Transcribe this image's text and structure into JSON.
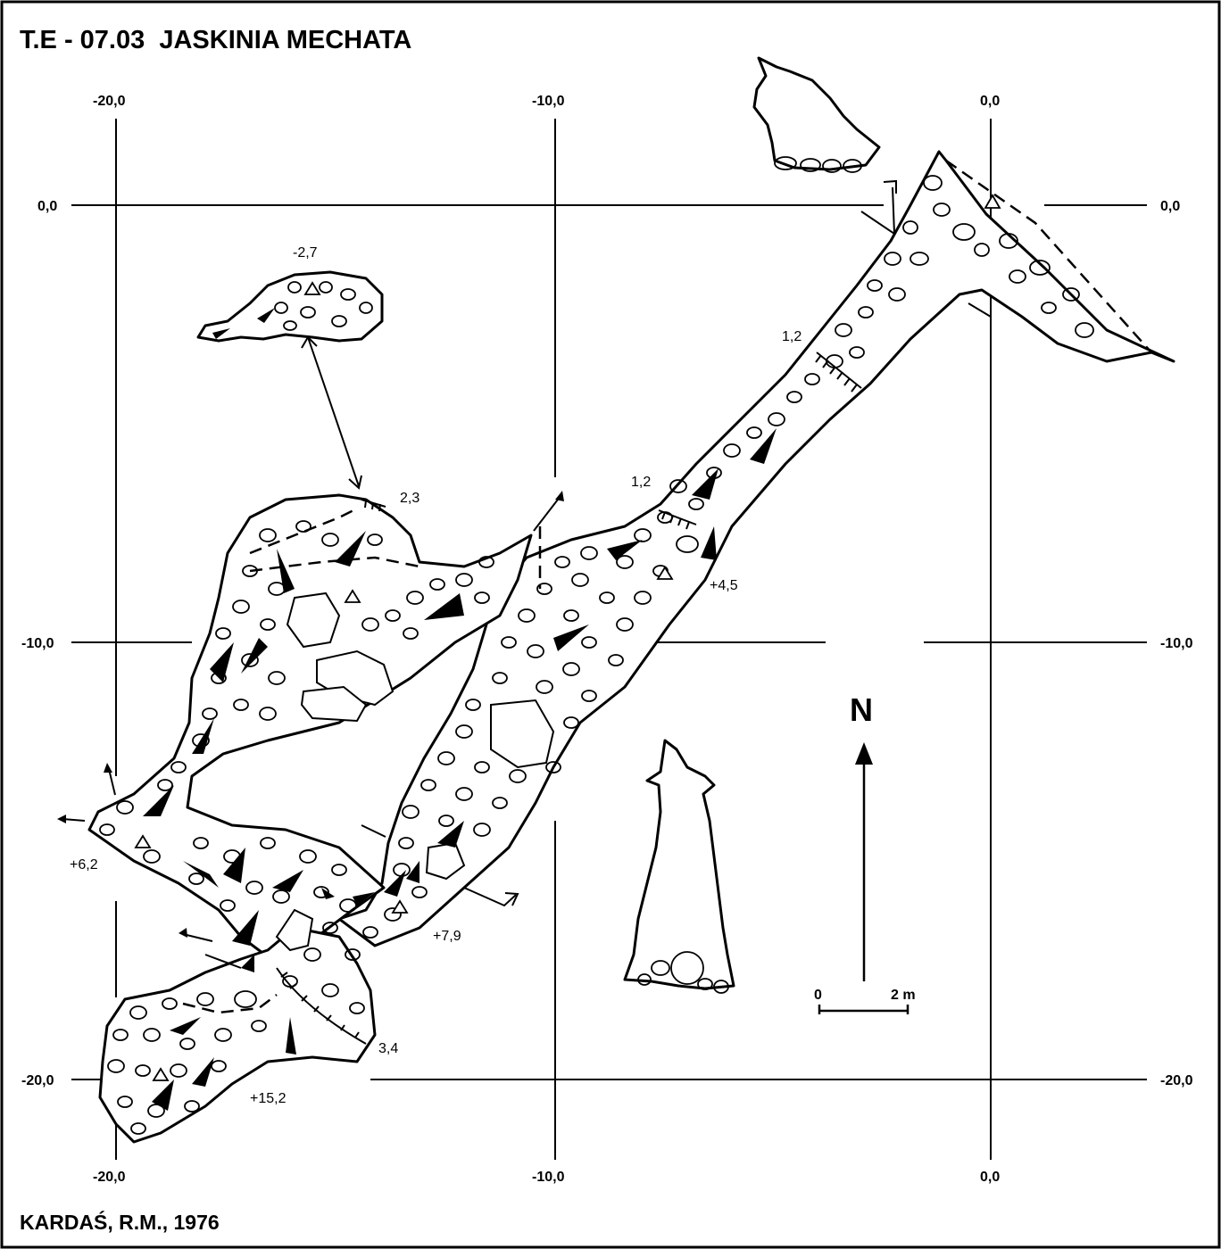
{
  "title": "T.E - 07.03  JASKINIA MECHATA",
  "author_credit": "KARDAŚ, R.M., 1976",
  "grid": {
    "top_labels": [
      "-20,0",
      "-10,0",
      "0,0"
    ],
    "bottom_labels": [
      "-20,0",
      "-10,0",
      "0,0"
    ],
    "left_labels": [
      "0,0",
      "-10,0",
      "-20,0"
    ],
    "right_labels": [
      "0,0",
      "-10,0",
      "-20,0"
    ]
  },
  "depth_labels": [
    "-2,7",
    "2,3",
    "1,2",
    "1,2",
    "+4,5",
    "+6,2",
    "+7,9",
    "3,4",
    "+15,2"
  ],
  "north_arrow": {
    "label": "N"
  },
  "scale_bar": {
    "start_label": "0",
    "end_label": "2 m"
  },
  "colors": {
    "ink": "#000000",
    "paper": "#ffffff"
  }
}
